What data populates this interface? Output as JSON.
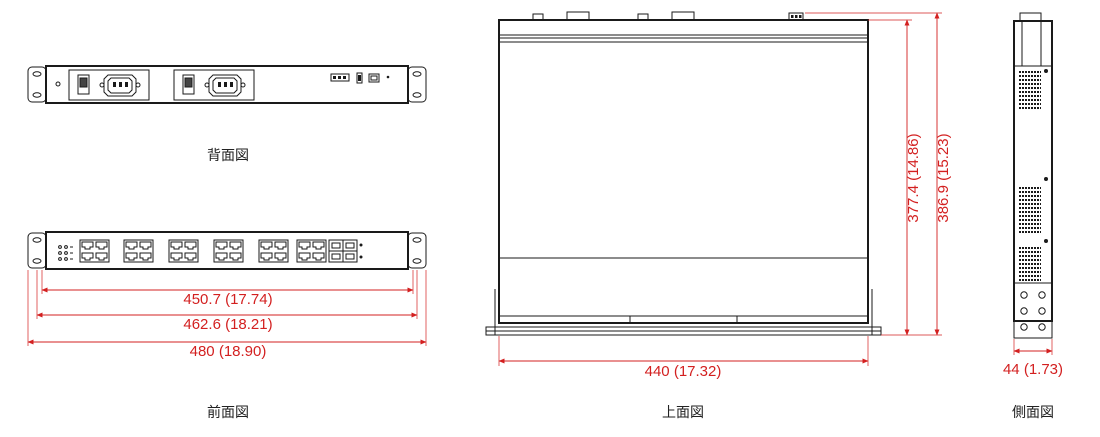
{
  "captions": {
    "rear": "背面図",
    "front": "前面図",
    "top": "上面図",
    "side": "側面図"
  },
  "dimensions": {
    "front_inner": "450.7 (17.74)",
    "front_mid": "462.6 (18.21)",
    "front_outer": "480 (18.90)",
    "top_width": "440 (17.32)",
    "top_depth_a": "377.4 (14.86)",
    "top_depth_b": "386.9 (15.23)",
    "side_height": "44 (1.73)"
  },
  "colors": {
    "dimension": "#d32020",
    "outline": "#1a1a1a"
  }
}
